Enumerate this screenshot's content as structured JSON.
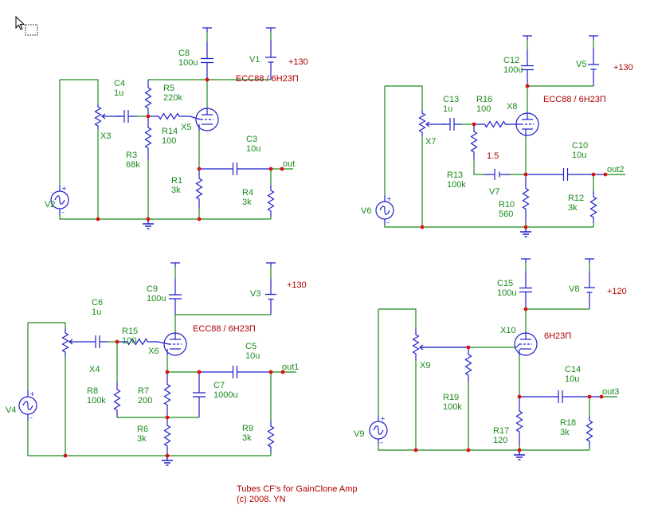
{
  "footer": {
    "line1": "Tubes CF's for GainClone Amp",
    "line2": "(c) 2008. YN"
  },
  "circuits": [
    {
      "id": "top-left",
      "tube": {
        "name": "X5",
        "label": "ECC88 / 6H23П"
      },
      "supply": {
        "name": "V1",
        "value": "+130"
      },
      "source": {
        "name": "V2"
      },
      "pot": {
        "name": "X3"
      },
      "output_net": "out",
      "parts": [
        {
          "name": "C8",
          "value": "100u"
        },
        {
          "name": "C4",
          "value": "1u"
        },
        {
          "name": "R5",
          "value": "220k"
        },
        {
          "name": "R14",
          "value": "100"
        },
        {
          "name": "R3",
          "value": "68k"
        },
        {
          "name": "C3",
          "value": "10u"
        },
        {
          "name": "R1",
          "value": "3k"
        },
        {
          "name": "R4",
          "value": "3k"
        }
      ]
    },
    {
      "id": "top-right",
      "tube": {
        "name": "X8",
        "label": "ECC88 / 6H23П"
      },
      "supply": {
        "name": "V5",
        "value": "+130"
      },
      "source": {
        "name": "V6"
      },
      "pot": {
        "name": "X7"
      },
      "output_net": "out2",
      "parts": [
        {
          "name": "C12",
          "value": "100u"
        },
        {
          "name": "C13",
          "value": "1u"
        },
        {
          "name": "R16",
          "value": "100"
        },
        {
          "name": "R13",
          "value": "100k"
        },
        {
          "name": "V7",
          "value": "1.5"
        },
        {
          "name": "C10",
          "value": "10u"
        },
        {
          "name": "R10",
          "value": "560"
        },
        {
          "name": "R12",
          "value": "3k"
        }
      ]
    },
    {
      "id": "bottom-left",
      "tube": {
        "name": "X6",
        "label": "ECC88 / 6H23П"
      },
      "supply": {
        "name": "V3",
        "value": "+130"
      },
      "source": {
        "name": "V4"
      },
      "pot": {
        "name": "X4"
      },
      "output_net": "out1",
      "parts": [
        {
          "name": "C9",
          "value": "100u"
        },
        {
          "name": "C6",
          "value": "1u"
        },
        {
          "name": "R15",
          "value": "100"
        },
        {
          "name": "R8",
          "value": "100k"
        },
        {
          "name": "R7",
          "value": "200"
        },
        {
          "name": "C7",
          "value": "1000u"
        },
        {
          "name": "C5",
          "value": "10u"
        },
        {
          "name": "R6",
          "value": "3k"
        },
        {
          "name": "R9",
          "value": "3k"
        }
      ]
    },
    {
      "id": "bottom-right",
      "tube": {
        "name": "X10",
        "label": "6H23П"
      },
      "supply": {
        "name": "V8",
        "value": "+120"
      },
      "source": {
        "name": "V9"
      },
      "pot": {
        "name": "X9"
      },
      "output_net": "out3",
      "parts": [
        {
          "name": "C15",
          "value": "100u"
        },
        {
          "name": "R19",
          "value": "100k"
        },
        {
          "name": "C14",
          "value": "10u"
        },
        {
          "name": "R17",
          "value": "120"
        },
        {
          "name": "R18",
          "value": "3k"
        }
      ]
    }
  ]
}
